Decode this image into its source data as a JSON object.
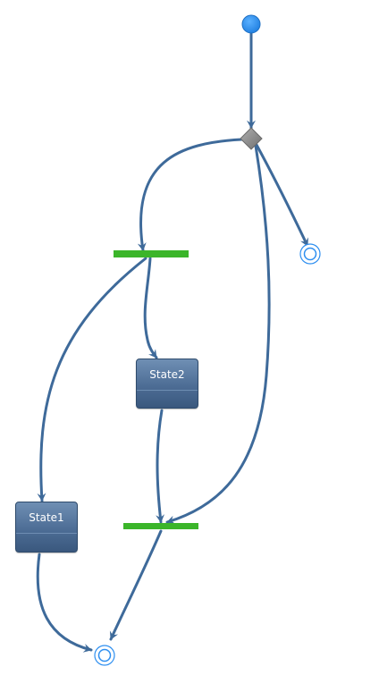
{
  "diagram": {
    "states": [
      {
        "id": "state1",
        "label": "State1"
      },
      {
        "id": "state2",
        "label": "State2"
      }
    ],
    "colors": {
      "edge": "#3e6a9a",
      "fork_bar": "#3bb52a",
      "initial_node": "#2e8ff0",
      "final_node": "#2e8ff0",
      "decision_node": "#8c8c8c"
    }
  }
}
